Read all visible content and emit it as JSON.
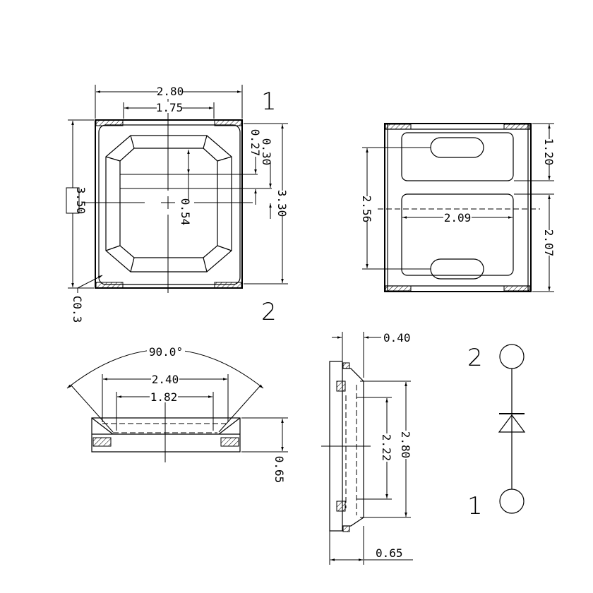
{
  "top_view": {
    "width_total": "2.80",
    "pad_span": "1.75",
    "height_total": "3.50",
    "height_inner": "3.30",
    "dim_027": "0.27",
    "dim_030": "0.30",
    "dim_054": "0.54",
    "chamfer": "C0.3",
    "pin1_label": "1",
    "pin2_label": "2"
  },
  "bottom_view": {
    "pad1_height": "1.20",
    "pad2_height": "2.07",
    "pad_pitch": "2.56",
    "pad_width": "2.09"
  },
  "front_view": {
    "angle": "90.0°",
    "lens_outer": "2.40",
    "lens_inner": "1.82",
    "thickness": "0.65"
  },
  "side_view": {
    "step": "0.40",
    "length_total": "2.80",
    "length_inner": "2.22",
    "thickness": "0.65"
  },
  "schematic": {
    "top_pin_label": "2",
    "bottom_pin_label": "1"
  }
}
